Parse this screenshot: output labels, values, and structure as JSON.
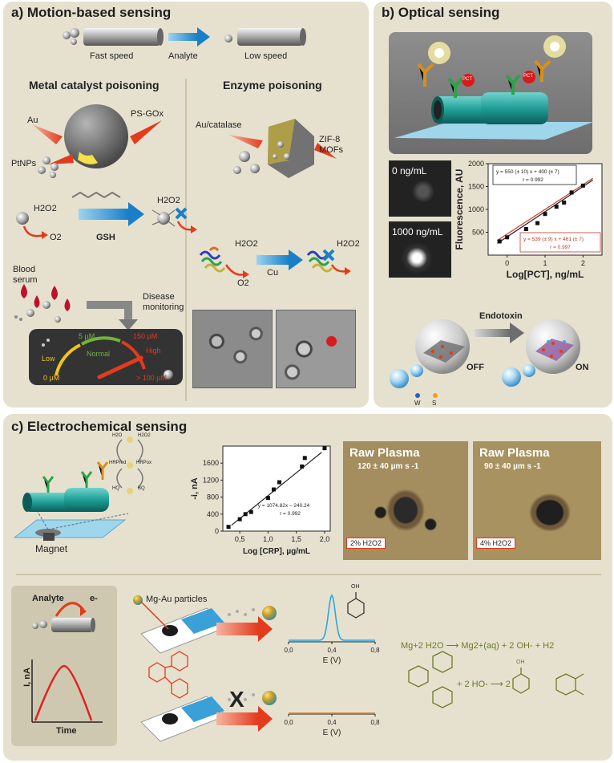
{
  "panel_a": {
    "title": "a) Motion-based sensing",
    "fast_speed": "Fast speed",
    "analyte": "Analyte",
    "low_speed": "Low speed",
    "metal_heading": "Metal catalyst poisoning",
    "enzyme_heading": "Enzyme poisoning",
    "au": "Au",
    "ps_gox": "PS-GOx",
    "ptnps": "PtNPs",
    "h2o2": "H2O2",
    "o2": "O2",
    "gsh": "GSH",
    "blood_serum": "Blood serum",
    "disease_monitoring": "Disease monitoring",
    "gauge": {
      "low": "Low",
      "normal": "Normal",
      "high": "High",
      "v0": "0 µM",
      "v5": "5 µM",
      "v150": "150 µM",
      "v100": "> 100 µM"
    },
    "au_catalase": "Au/catalase",
    "zif8": "ZIF-8",
    "mofs": "MOFs",
    "cu": "Cu"
  },
  "panel_b": {
    "title": "b) Optical sensing",
    "pct": "PCT",
    "img0": "0   ng/mL",
    "img1000": "1000 ng/mL",
    "eq1": "y = 550 (± 10) x + 400 (± 7)",
    "r1": "r = 0.992",
    "eq2": "y = 539 (± 9) x + 461 (± 7)",
    "r2": "r = 0.997",
    "endotoxin": "Endotoxin",
    "off": "OFF",
    "on": "ON",
    "w": "W",
    "s": "S"
  },
  "panel_c": {
    "title": "c) Electrochemical sensing",
    "magnet": "Magnet",
    "hrp": [
      "H2O",
      "H2O2",
      "HRPred",
      "HRPox",
      "HQ",
      "BQ"
    ],
    "eq": "y = 1074.82x – 240.24",
    "r": "r = 0.992",
    "raw1": "Raw Plasma",
    "speed1": "120 ± 40 µm s -1",
    "raw2": "Raw Plasma",
    "speed2": "90 ± 40 µm s -1",
    "pct1": "2% H2O2",
    "pct2": "4% H2O2",
    "analyte": "Analyte",
    "electron": "e-",
    "mg_au": "Mg-Au particles",
    "x_mark": "X",
    "oh": "OH",
    "reaction1": "Mg+2 H2O ⟶ Mg2+(aq) + 2 OH- + H2",
    "reaction2": "+ 2 HO- ⟶ 2"
  },
  "chart_data": [
    {
      "type": "scatter",
      "xlabel": "Log[PCT], ng/mL",
      "ylabel": "Fluorescence, AU",
      "xlim": [
        -0.5,
        2.5
      ],
      "ylim": [
        0,
        2000
      ],
      "x_ticks": [
        "0",
        "1",
        "2"
      ],
      "y_ticks": [
        "500",
        "1000",
        "1500",
        "2000"
      ],
      "series": [
        {
          "x": [
            -0.2,
            0.0,
            0.5,
            0.8,
            1.0,
            1.3,
            1.5,
            1.7,
            2.0
          ],
          "y": [
            300,
            390,
            570,
            700,
            900,
            1060,
            1150,
            1370,
            1520
          ]
        }
      ],
      "fit_lines": [
        {
          "slope": 550,
          "intercept": 400,
          "color": "#222222"
        },
        {
          "slope": 539,
          "intercept": 461,
          "color": "#c0392b"
        }
      ]
    },
    {
      "type": "scatter",
      "xlabel": "Log [CRP], µg/mL",
      "ylabel": "-i, nA",
      "xlim": [
        0.2,
        2.1
      ],
      "ylim": [
        0,
        2000
      ],
      "x_ticks": [
        "0,5",
        "1,0",
        "1,5",
        "2,0"
      ],
      "y_ticks": [
        "0",
        "400",
        "800",
        "1200",
        "1600"
      ],
      "series": [
        {
          "x": [
            0.3,
            0.5,
            0.6,
            0.7,
            1.0,
            1.1,
            1.2,
            1.6,
            1.65,
            2.0
          ],
          "y": [
            100,
            280,
            400,
            450,
            780,
            980,
            1150,
            1520,
            1720,
            1950
          ]
        }
      ],
      "fit_lines": [
        {
          "slope": 1074.82,
          "intercept": -240.24,
          "color": "#222222"
        }
      ]
    },
    {
      "type": "line",
      "xlabel": "E (V)",
      "x_ticks": [
        "0,0",
        "0,4",
        "0,8"
      ],
      "peak": 0.4,
      "color": "#2aa7e0"
    },
    {
      "type": "line",
      "xlabel": "E (V)",
      "x_ticks": [
        "0,0",
        "0,4",
        "0,8"
      ],
      "flat": true,
      "color": "#e67e22"
    },
    {
      "type": "line",
      "xlabel": "Time",
      "ylabel": "I, nA",
      "shape": "single-peak",
      "color": "#e02020"
    }
  ]
}
